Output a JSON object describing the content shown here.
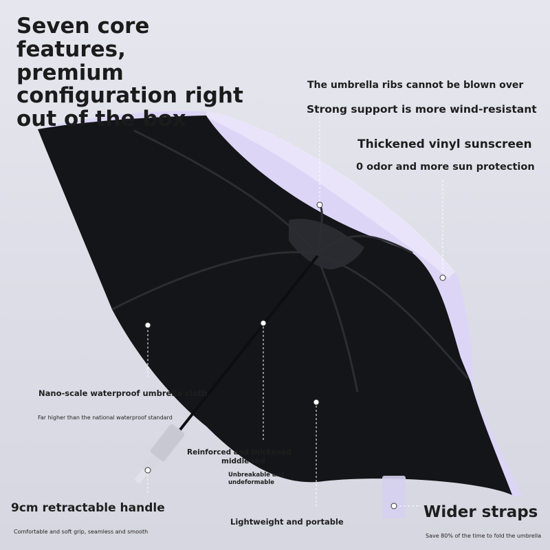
{
  "headline": {
    "line1": "Seven core features,",
    "line2": "premium",
    "line3": "configuration right",
    "line4": "out of the box"
  },
  "features": {
    "ribs_title": "The umbrella ribs cannot be blown over",
    "ribs_sub": "Strong support is more wind-resistant",
    "vinyl_title": "Thickened vinyl sunscreen",
    "vinyl_sub": "0 odor and more sun protection",
    "cloth_title": "Nano-scale waterproof umbrella cloth",
    "cloth_sub": "Far higher than the national waterproof standard",
    "rod_line1": "Reinforced and thickened",
    "rod_line2": "middle rod",
    "rod_sub1": "Unbreakable and",
    "rod_sub2": "undeformable",
    "light_title": "Lightweight and portable",
    "handle_title": "9cm retractable handle",
    "handle_sub": "Comfortable and soft grip, seamless and smooth",
    "straps_title": "Wider straps",
    "straps_sub": "Save 80% of the time to fold the umbrella"
  },
  "colors": {
    "canopy": "#141518",
    "underside_lavender": "#dcd5f6",
    "background": "#e4e5ec"
  }
}
